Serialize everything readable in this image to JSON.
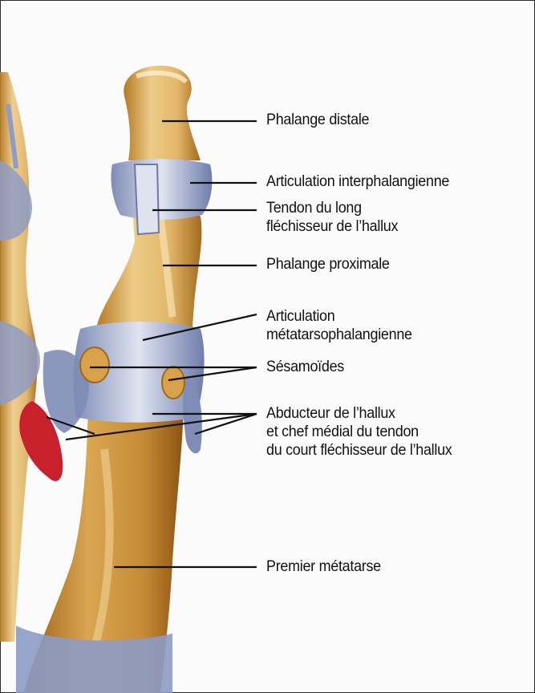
{
  "labels": {
    "phalange_distale": "Phalange distale",
    "articulation_interphalangienne": "Articulation interphalangienne",
    "tendon_line1": "Tendon du long",
    "tendon_line2": "fléchisseur de l’hallux",
    "phalange_proximale": "Phalange proximale",
    "articulation_mtp_line1": "Articulation",
    "articulation_mtp_line2": "métatarsophalangienne",
    "sesamoides": "Sésamoïdes",
    "abducteur_line1": "Abducteur de l’hallux",
    "abducteur_line2": "et chef médial du tendon",
    "abducteur_line3": "du court fléchisseur de l’hallux",
    "premier_metatarse": "Premier métatarse"
  },
  "colors": {
    "bone": "#e8c37a",
    "bone_dark": "#a8701e",
    "capsule": "#9aa6c8",
    "muscle": "#c8202c",
    "leader": "#111111"
  }
}
